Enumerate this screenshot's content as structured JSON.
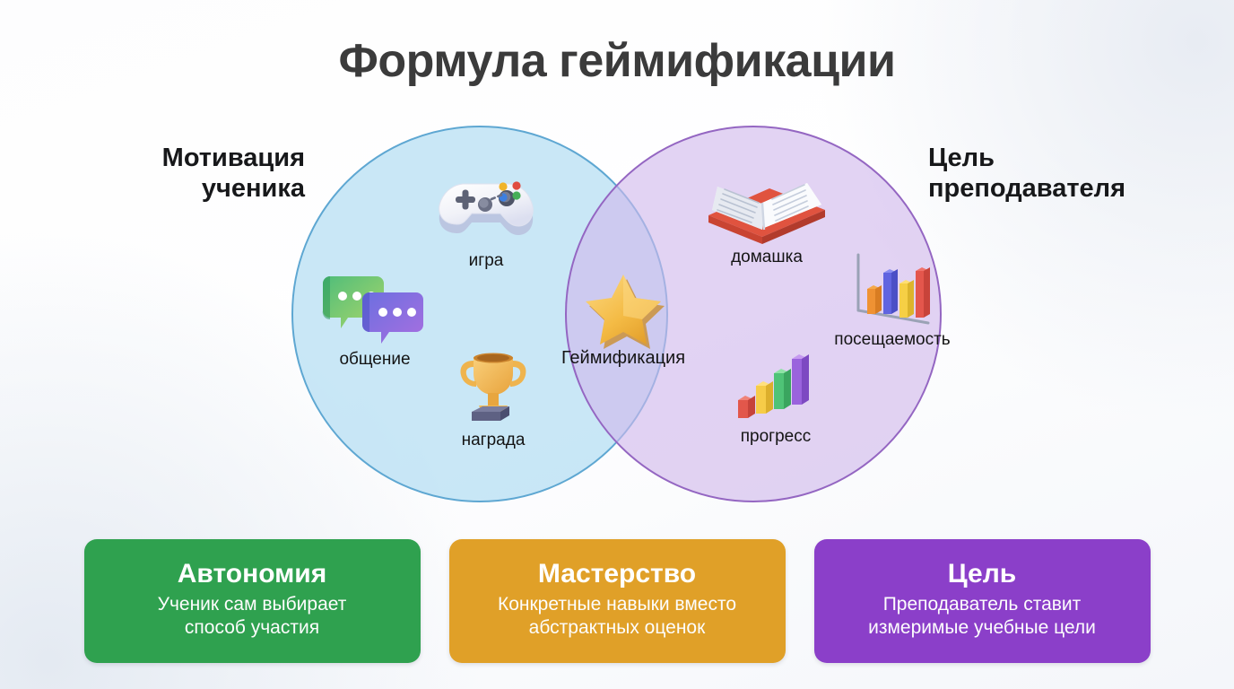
{
  "title": "Формула геймификации",
  "venn": {
    "left_label": "Мотивация\nученика",
    "left_label_line1": "Мотивация",
    "left_label_line2": "ученика",
    "right_label_line1": "Цель",
    "right_label_line2": "преподавателя",
    "left_circle_color": "#b4def2",
    "left_circle_border": "#5ea7d2",
    "right_circle_color": "#d0b8ec",
    "right_circle_border": "#9466c2",
    "left_items": [
      {
        "icon": "gamepad-icon",
        "label": "игра"
      },
      {
        "icon": "chat-bubbles-icon",
        "label": "общение"
      },
      {
        "icon": "trophy-icon",
        "label": "награда"
      }
    ],
    "center_item": {
      "icon": "star-icon",
      "label": "Геймификация"
    },
    "right_items": [
      {
        "icon": "open-book-icon",
        "label": "домашка"
      },
      {
        "icon": "bar-chart-icon",
        "label": "посещаемость"
      },
      {
        "icon": "growth-chart-icon",
        "label": "прогресс"
      }
    ]
  },
  "cards": [
    {
      "title": "Автономия",
      "desc": "Ученик сам выбирает\nспособ участия",
      "desc_line1": "Ученик сам выбирает",
      "desc_line2": "способ участия",
      "color": "#2fa14f"
    },
    {
      "title": "Мастерство",
      "desc": "Конкретные навыки вместо\nабстрактных оценок",
      "desc_line1": "Конкретные навыки вместо",
      "desc_line2": "абстрактных оценок",
      "color": "#e0a028"
    },
    {
      "title": "Цель",
      "desc": "Преподаватель ставит\nизмеримые учебные цели",
      "desc_line1": "Преподаватель ставит",
      "desc_line2": "измеримые учебные цели",
      "color": "#8b3fc9"
    }
  ]
}
